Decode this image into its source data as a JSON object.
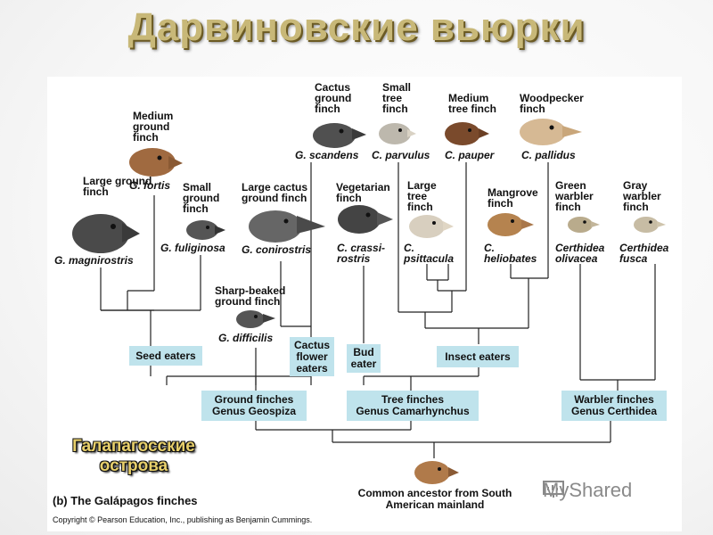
{
  "title": "Дарвиновские вьюрки",
  "islands_label": "Галапагосские острова",
  "caption": "(b) The Galápagos finches",
  "copyright": "Copyright © Pearson Education, Inc., publishing as Benjamin Cummings.",
  "watermark": "MyShared",
  "ancestor": "Common ancestor from South American mainland",
  "species": [
    {
      "common": "Large ground finch",
      "latin": "G. magnirostris",
      "beak_color": "#3a3a3a"
    },
    {
      "common": "Medium ground finch",
      "latin": "G. fortis",
      "beak_color": "#8a5a34"
    },
    {
      "common": "Small ground finch",
      "latin": "G. fuliginosa",
      "beak_color": "#333333"
    },
    {
      "common": "Large cactus ground finch",
      "latin": "G. conirostris",
      "beak_color": "#4a4a4a"
    },
    {
      "common": "Sharp-beaked ground finch",
      "latin": "G. difficilis",
      "beak_color": "#3d3d3d"
    },
    {
      "common": "Cactus ground finch",
      "latin": "G. scandens",
      "beak_color": "#3a3a3a"
    },
    {
      "common": "Vegetarian finch",
      "latin": "C. crassi-rostris",
      "beak_color": "#444444"
    },
    {
      "common": "Small tree finch",
      "latin": "C. parvulus",
      "beak_color": "#d9d2c4"
    },
    {
      "common": "Medium tree finch",
      "latin": "C. pauper",
      "beak_color": "#6b3f24"
    },
    {
      "common": "Large tree finch",
      "latin": "C. psittacula",
      "beak_color": "#e0d6c4"
    },
    {
      "common": "Woodpecker finch",
      "latin": "C. pallidus",
      "beak_color": "#c9a67a"
    },
    {
      "common": "Mangrove finch",
      "latin": "C. heliobates",
      "beak_color": "#a9774a"
    },
    {
      "common": "Green warbler finch",
      "latin": "Certhidea olivacea",
      "beak_color": "#c2b59a"
    },
    {
      "common": "Gray warbler finch",
      "latin": "Certhidea fusca",
      "beak_color": "#cfc4ac"
    }
  ],
  "diet_groups": {
    "seed": "Seed eaters",
    "cactus": "Cactus flower eaters",
    "bud": "Bud eater",
    "insect": "Insect eaters"
  },
  "genera": {
    "geospiza_prefix": "Ground finches",
    "geospiza_genus": "Genus Geospiza",
    "camarhynchus_prefix": "Tree finches",
    "camarhynchus_genus": "Genus Camarhynchus",
    "certhidea_prefix": "Warbler finches",
    "certhidea_genus": "Genus Certhidea"
  },
  "colors": {
    "title": "#c8b878",
    "group_box": "#bfe3ec",
    "islands_text": "#e7cf6b"
  }
}
